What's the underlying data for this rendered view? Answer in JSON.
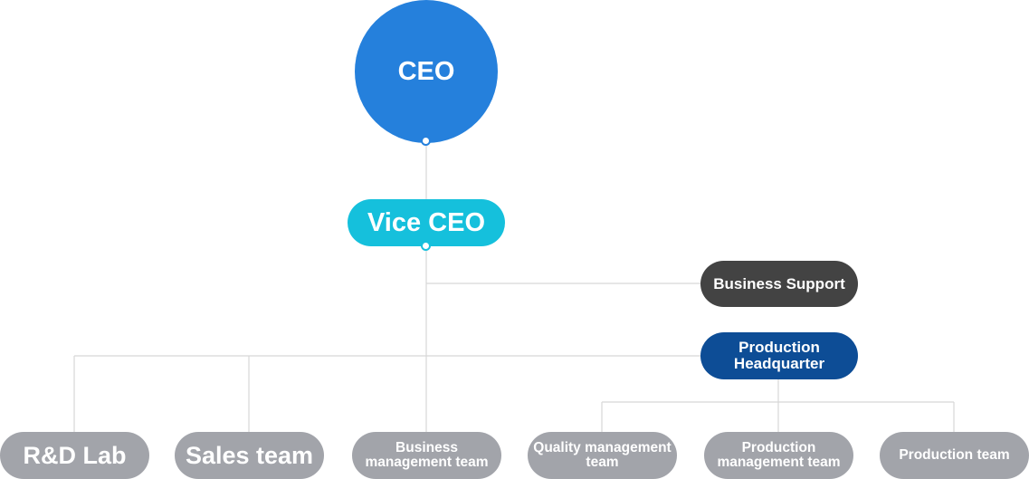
{
  "org": {
    "ceo": "CEO",
    "vice_ceo": "Vice CEO",
    "business_support": "Business Support",
    "production_hq": "Production Headquarter",
    "teams": [
      "R&D Lab",
      "Sales team",
      "Business management team",
      "Quality management team",
      "Production management team",
      "Production team"
    ]
  },
  "colors": {
    "ceo": "#2580dc",
    "vice_ceo": "#15c0dc",
    "business_support": "#434343",
    "production_hq": "#0d4d96",
    "team": "#a2a4aa",
    "connector": "#d7d7d7"
  }
}
